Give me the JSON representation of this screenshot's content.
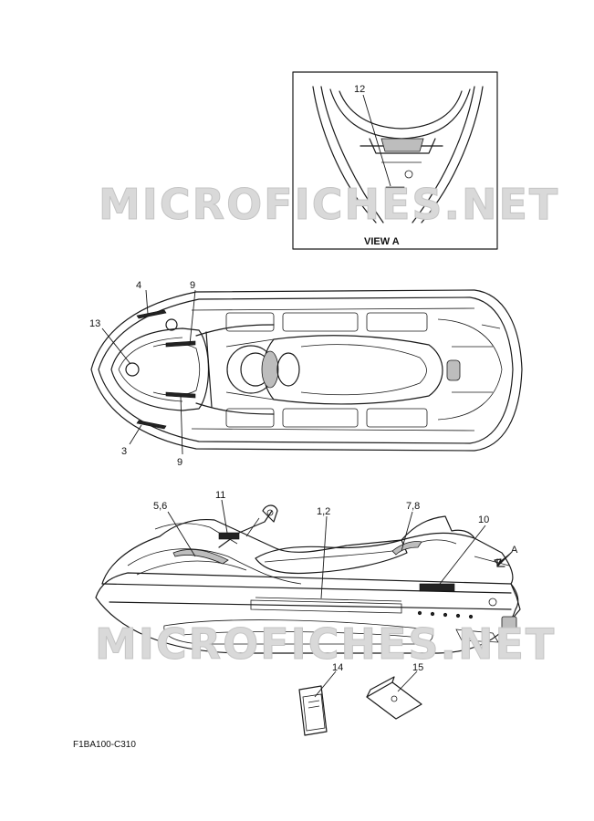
{
  "callouts": {
    "c1": "4",
    "c2": "9",
    "c3": "13",
    "c4": "3",
    "c5": "9",
    "c6": "11",
    "c7": "5,6",
    "c8": "1,2",
    "c9": "7,8",
    "c10": "10",
    "c11": "12",
    "c12": "14",
    "c13": "15"
  },
  "view_arrow_label": "A",
  "inset": {
    "title": "VIEW A"
  },
  "figure_code": "F1BA100-C310",
  "watermark": "MICROFICHES.NET"
}
